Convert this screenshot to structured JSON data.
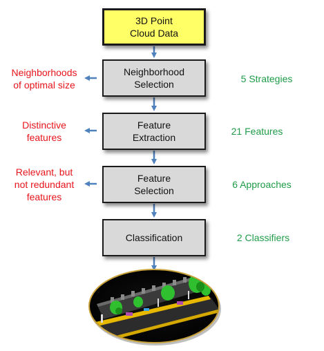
{
  "steps": [
    {
      "line1": "3D Point",
      "line2": "Cloud Data",
      "color": "#ffff66"
    },
    {
      "line1": "Neighborhood",
      "line2": "Selection",
      "color": "#d9d9d9"
    },
    {
      "line1": "Feature",
      "line2": "Extraction",
      "color": "#d9d9d9"
    },
    {
      "line1": "Feature",
      "line2": "Selection",
      "color": "#d9d9d9"
    },
    {
      "line1": "Classification",
      "line2": "",
      "color": "#d9d9d9"
    }
  ],
  "left_notes": [
    {
      "lines": [
        "Neighborhoods",
        "of optimal size"
      ]
    },
    {
      "lines": [
        "Distinctive",
        "features"
      ]
    },
    {
      "lines": [
        "Relevant, but",
        "not redundant",
        "features"
      ]
    }
  ],
  "right_notes": [
    "5 Strategies",
    "21 Features",
    "6 Approaches",
    "2 Classifiers"
  ],
  "colors": {
    "note_red": "#e8141b",
    "note_green": "#1e9c48",
    "arrow": "#4f81bd",
    "box_border": "#1a1a1a"
  },
  "output_image": {
    "depiction": "classified point cloud",
    "background": "#000000"
  }
}
